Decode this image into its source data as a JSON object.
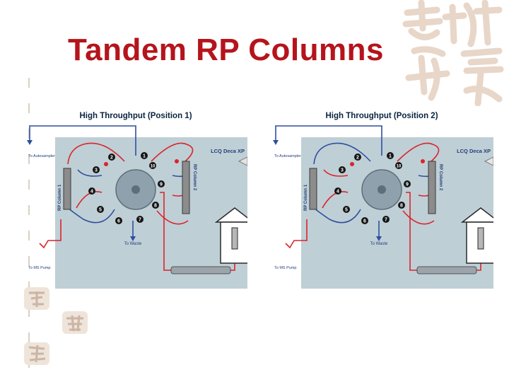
{
  "slide": {
    "title": "Tandem RP Columns"
  },
  "colors": {
    "title": "#b5141c",
    "panel": "#bfcfd6",
    "flow_red": "#d9252a",
    "flow_blue": "#2f4f9e",
    "header_text": "#0a2440",
    "label_text": "#23407a"
  },
  "diagrams": [
    {
      "header": "High Throughput (Position 1)",
      "instrument": "LCQ Deca XP",
      "to_autosampler": "To Autosampler",
      "to_waste": "To Waste",
      "to_ms_pump": "To MS Pump",
      "column_1": "RP Column 1",
      "column_2": "RP Column 2",
      "ports": [
        "1",
        "2",
        "3",
        "4",
        "5",
        "6",
        "7",
        "8",
        "9",
        "10"
      ]
    },
    {
      "header": "High Throughput (Position 2)",
      "instrument": "LCQ Deca XP",
      "to_autosampler": "To Autosampler",
      "to_waste": "To Waste",
      "to_ms_pump": "To MS Pump",
      "column_1": "RP Column 1",
      "column_2": "RP Column 2",
      "ports": [
        "1",
        "2",
        "3",
        "4",
        "5",
        "6",
        "7",
        "8",
        "9",
        "10"
      ]
    }
  ]
}
